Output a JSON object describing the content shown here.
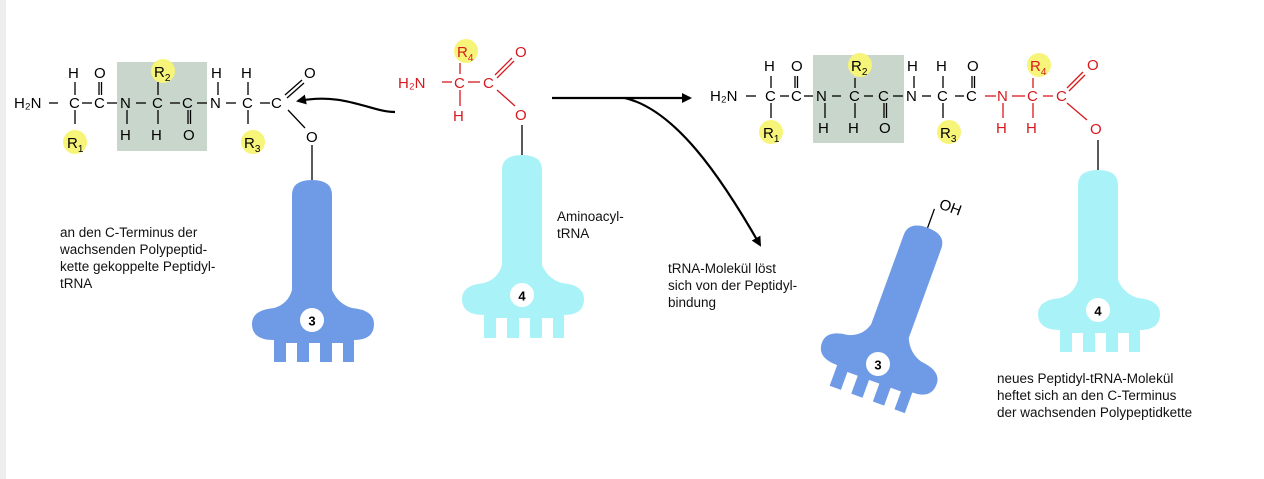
{
  "chemistry": {
    "h2n": "H₂N",
    "n": "N",
    "c": "C",
    "o": "O",
    "h": "H",
    "oh": "OH",
    "r_letter": "R",
    "r1": "1",
    "r2": "2",
    "r3": "3",
    "r4": "4"
  },
  "trna": {
    "peptidyl_number": "3",
    "aminoacyl_number": "4"
  },
  "captions": {
    "peptidyl_trna": [
      "an den C-Terminus der",
      "wachsenden Polypeptid-",
      "kette gekoppelte Peptidyl-",
      "tRNA"
    ],
    "aminoacyl_trna": [
      "Aminoacyl-",
      "tRNA"
    ],
    "trna_release": [
      "tRNA-Molekül löst",
      "sich von der Peptidyl-",
      "bindung"
    ],
    "new_peptidyl": [
      "neues Peptidyl-tRNA-Molekül",
      "heftet sich an den C-Terminus",
      "der wachsenden Polypeptidkette"
    ]
  },
  "colors": {
    "peptidyl_trna": "#6f9be6",
    "aminoacyl_trna": "#a9f3f8",
    "r_group_highlight": "#f7f47a",
    "peptide_bond_box": "#c9d6cc",
    "new_residue": "#d7191f",
    "text": "#000000"
  }
}
